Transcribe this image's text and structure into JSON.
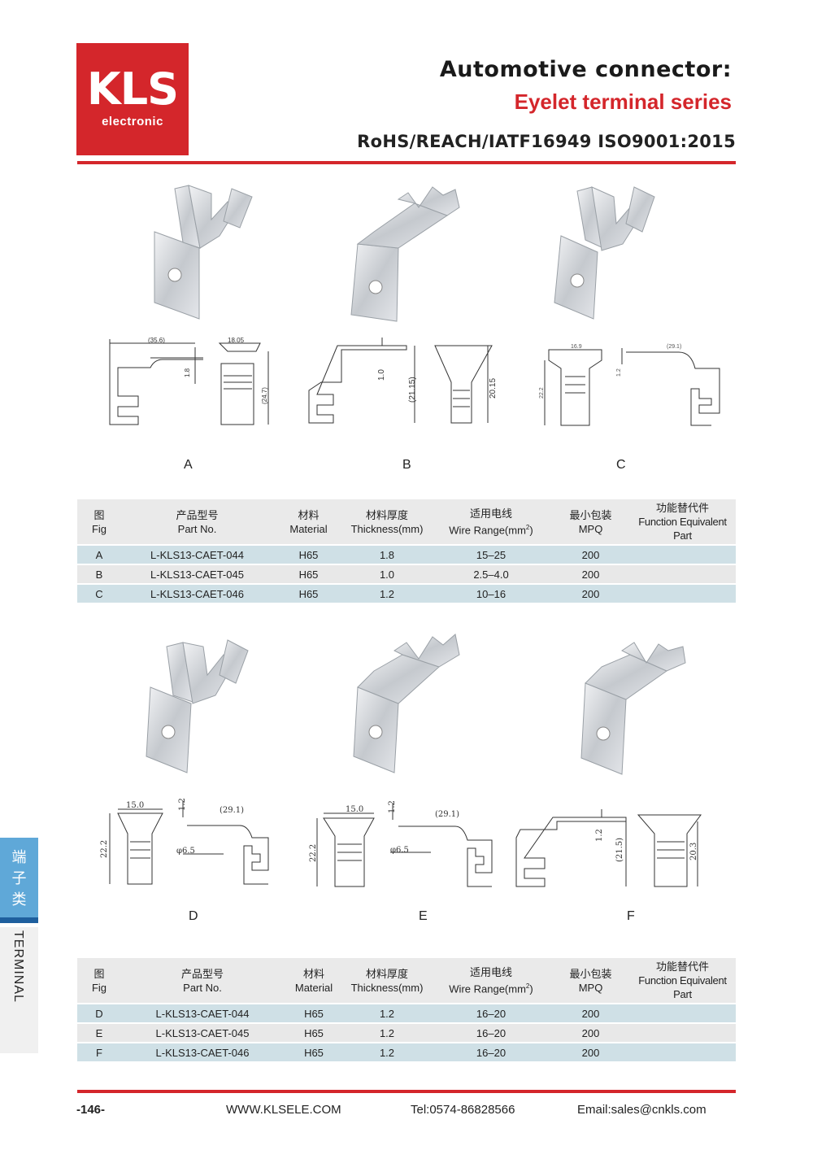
{
  "logo": {
    "brand": "KLS",
    "sub": "electronic"
  },
  "header": {
    "title": "Automotive connector:",
    "series": "Eyelet terminal series",
    "cert": "RoHS/REACH/IATF16949 ISO9001:2015"
  },
  "figures_top": {
    "labels": [
      "A",
      "B",
      "C"
    ],
    "dims_a": [
      "(35.6)",
      "18.05",
      "1.8",
      "(24.7)"
    ],
    "dims_b": [
      "1.0",
      "(21.15)",
      "20.15"
    ],
    "dims_c": [
      "16.9",
      "(29.1)",
      "22.2",
      "1.2"
    ]
  },
  "figures_bottom": {
    "labels": [
      "D",
      "E",
      "F"
    ],
    "dims_d": [
      "15.0",
      "1.2",
      "(29.1)",
      "22.2",
      "φ6.5"
    ],
    "dims_e": [
      "15.0",
      "1.2",
      "(29.1)",
      "22.2",
      "φ6.5"
    ],
    "dims_f": [
      "1.2",
      "(21.5)",
      "20.3"
    ]
  },
  "table_headers": {
    "fig_cn": "图",
    "fig_en": "Fig",
    "part_cn": "产品型号",
    "part_en": "Part No.",
    "mat_cn": "材料",
    "mat_en": "Material",
    "thk_cn": "材料厚度",
    "thk_en": "Thickness(mm)",
    "wire_cn": "适用电线",
    "wire_en": "Wire Range(mm",
    "wire_sup": "2",
    "wire_close": ")",
    "mpq_cn": "最小包装",
    "mpq_en": "MPQ",
    "func_cn": "功能替代件",
    "func_en": "Function Equivalent Part"
  },
  "table1": [
    {
      "fig": "A",
      "part": "L-KLS13-CAET-044",
      "material": "H65",
      "thickness": "1.8",
      "wire": "15–25",
      "mpq": "200",
      "equiv": ""
    },
    {
      "fig": "B",
      "part": "L-KLS13-CAET-045",
      "material": "H65",
      "thickness": "1.0",
      "wire": "2.5–4.0",
      "mpq": "200",
      "equiv": ""
    },
    {
      "fig": "C",
      "part": "L-KLS13-CAET-046",
      "material": "H65",
      "thickness": "1.2",
      "wire": "10–16",
      "mpq": "200",
      "equiv": ""
    }
  ],
  "table2": [
    {
      "fig": "D",
      "part": "L-KLS13-CAET-044",
      "material": "H65",
      "thickness": "1.2",
      "wire": "16–20",
      "mpq": "200",
      "equiv": ""
    },
    {
      "fig": "E",
      "part": "L-KLS13-CAET-045",
      "material": "H65",
      "thickness": "1.2",
      "wire": "16–20",
      "mpq": "200",
      "equiv": ""
    },
    {
      "fig": "F",
      "part": "L-KLS13-CAET-046",
      "material": "H65",
      "thickness": "1.2",
      "wire": "16–20",
      "mpq": "200",
      "equiv": ""
    }
  ],
  "side": {
    "cn": "端\n子\n类",
    "en": "TERMINAL"
  },
  "footer": {
    "page": "-146-",
    "web": "WWW.KLSELE.COM",
    "tel": "Tel:0574-86828566",
    "email": "Email:sales@cnkls.com"
  },
  "colors": {
    "brand_red": "#d4262b",
    "side_blue": "#5fa8d8",
    "row_blue": "#cfe0e6"
  }
}
